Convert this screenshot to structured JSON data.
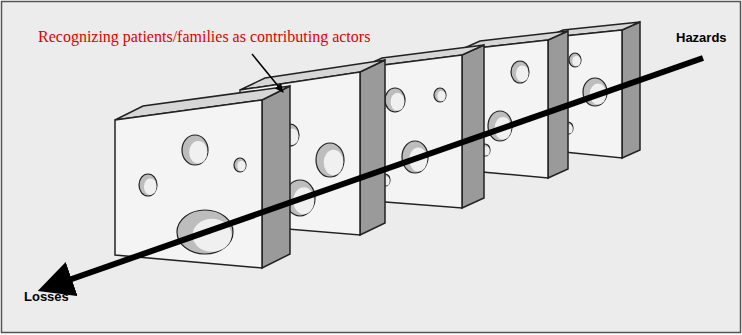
{
  "diagram": {
    "labels": [
      "Recognizing patients/families as contributing actors",
      "Hazards",
      "Losses"
    ]
  }
}
